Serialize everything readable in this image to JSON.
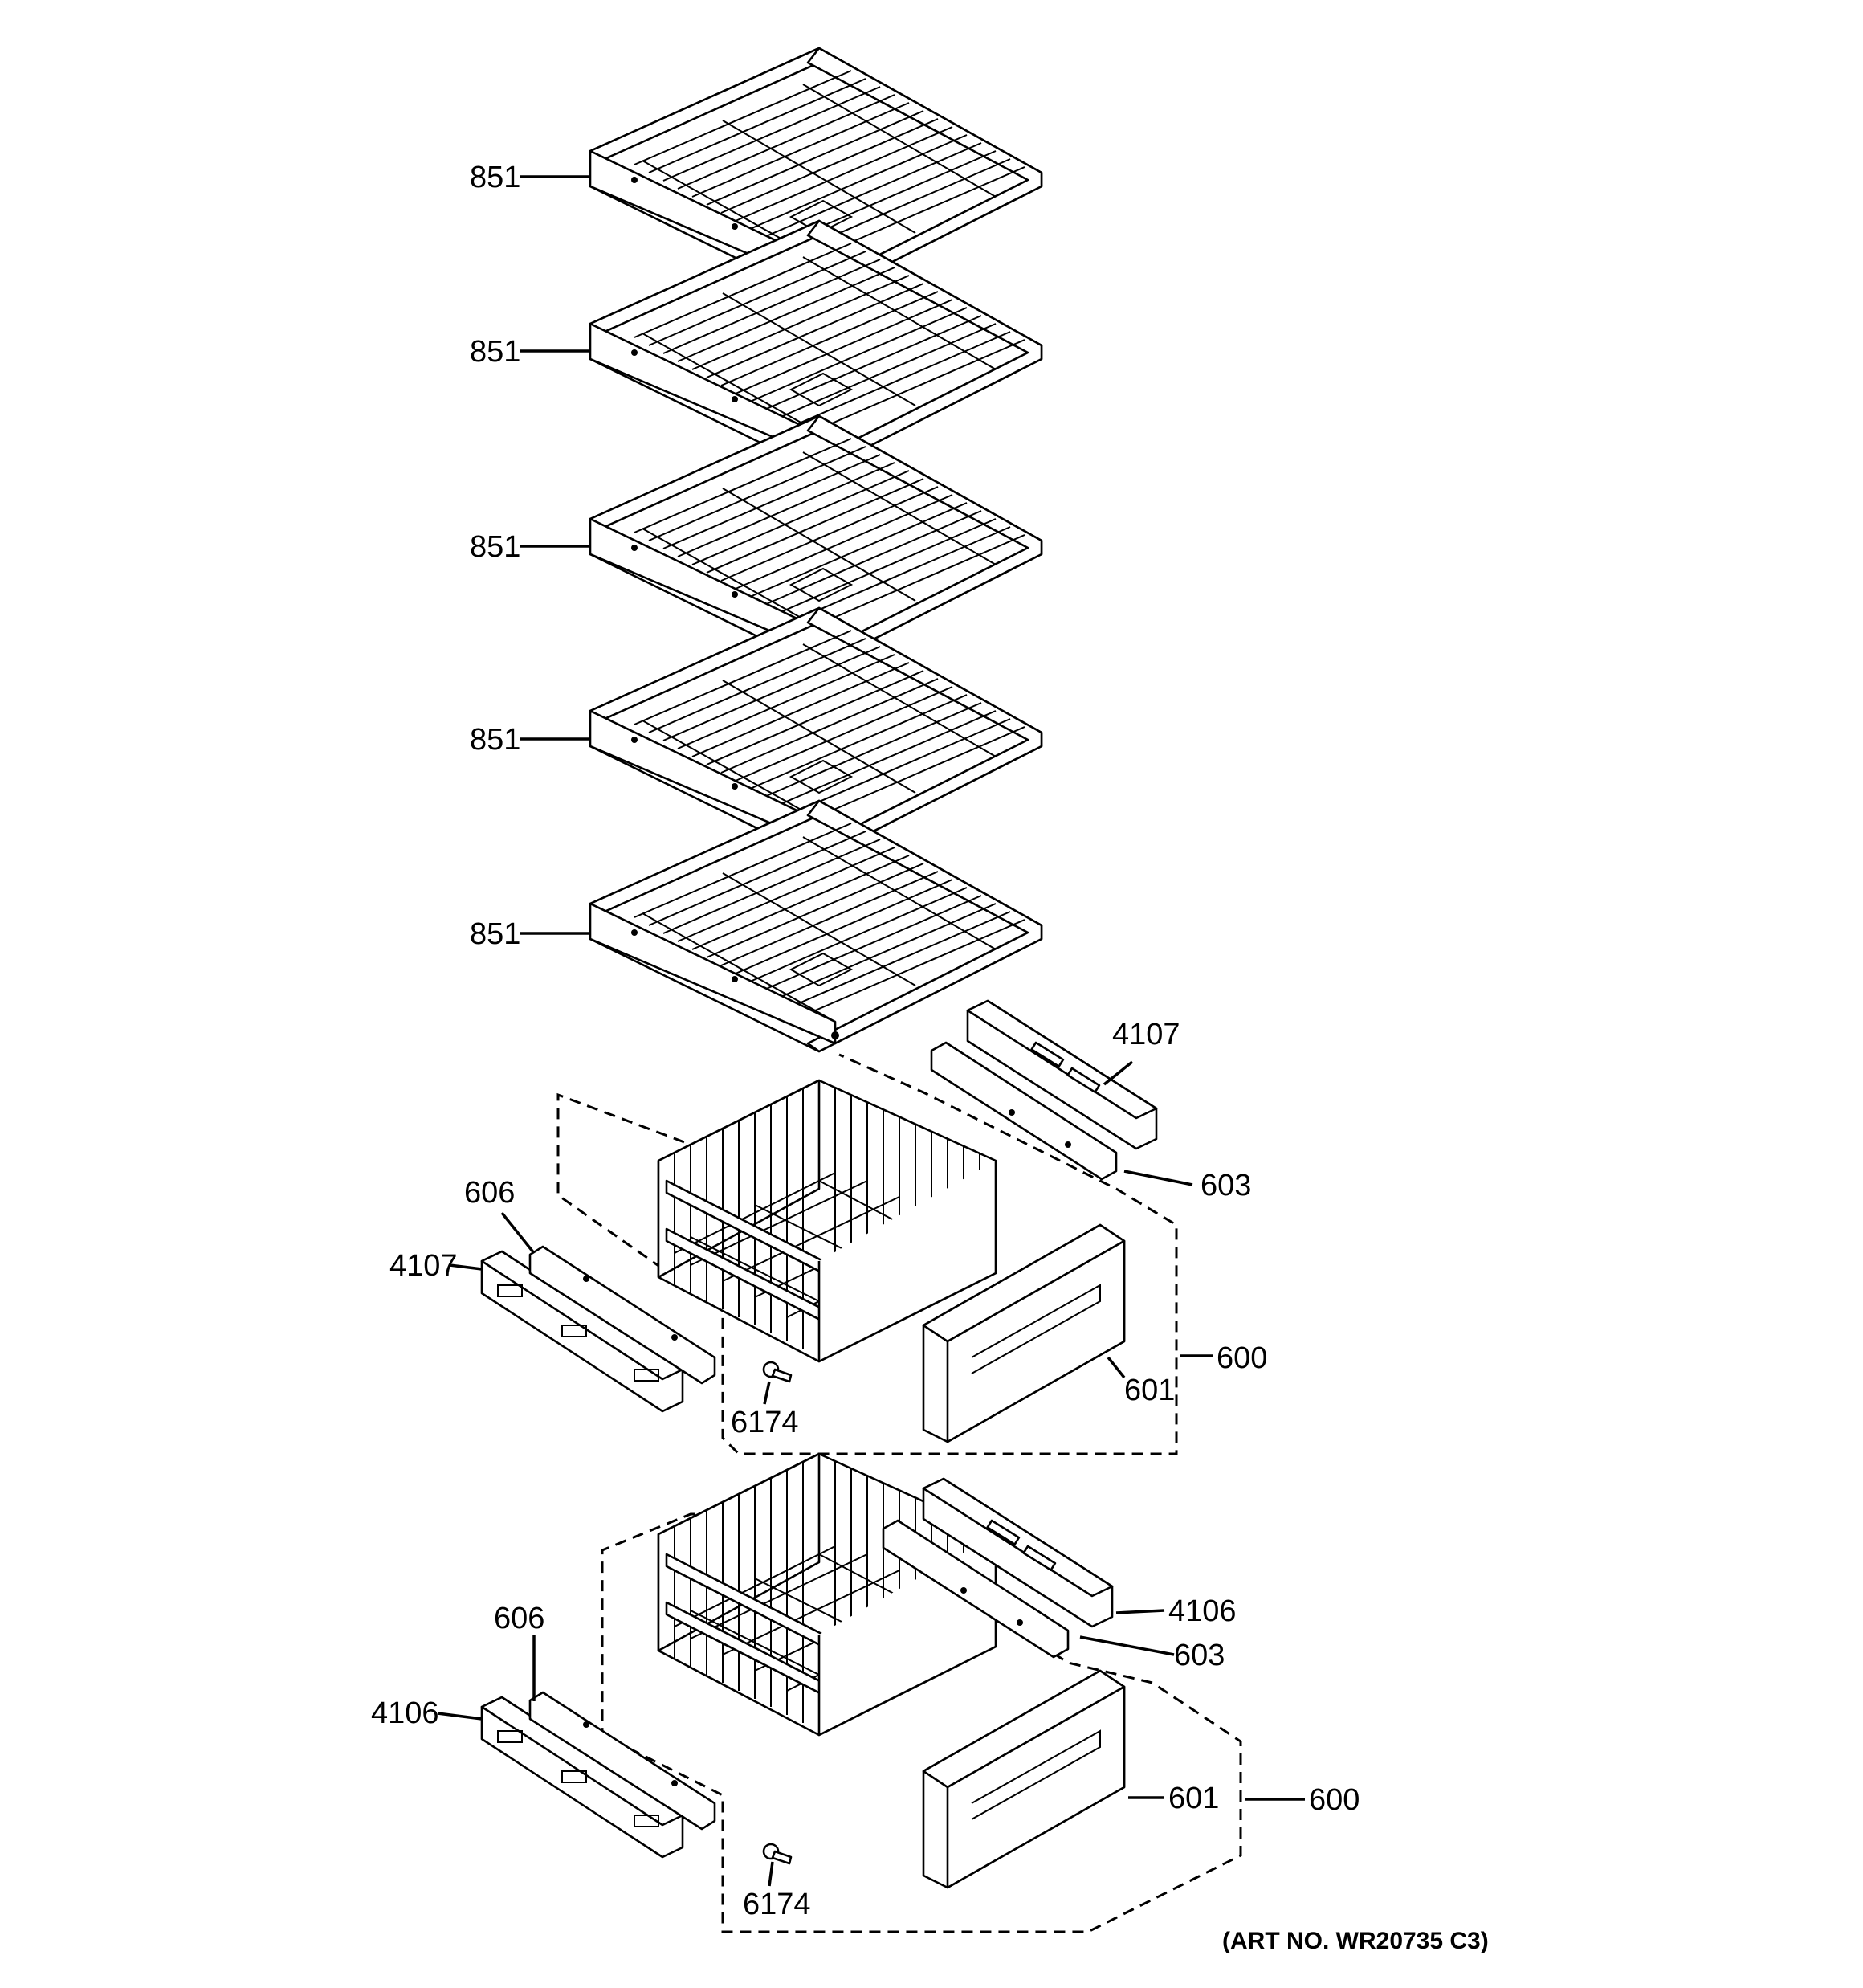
{
  "labels": {
    "shelf_1": "851",
    "shelf_2": "851",
    "shelf_3": "851",
    "shelf_4": "851",
    "shelf_5": "851",
    "upper_slide_right": "4107",
    "upper_cover_right": "603",
    "upper_cover_left": "606",
    "upper_slide_left": "4107",
    "upper_drawer_assembly": "600",
    "upper_drawer_front": "601",
    "upper_screw": "6174",
    "lower_slide_right": "4106",
    "lower_cover_right": "603",
    "lower_cover_left": "606",
    "lower_slide_left": "4106",
    "lower_drawer_front": "601",
    "lower_drawer_assembly": "600",
    "lower_screw": "6174"
  },
  "art_number": "(ART NO. WR20735 C3)"
}
